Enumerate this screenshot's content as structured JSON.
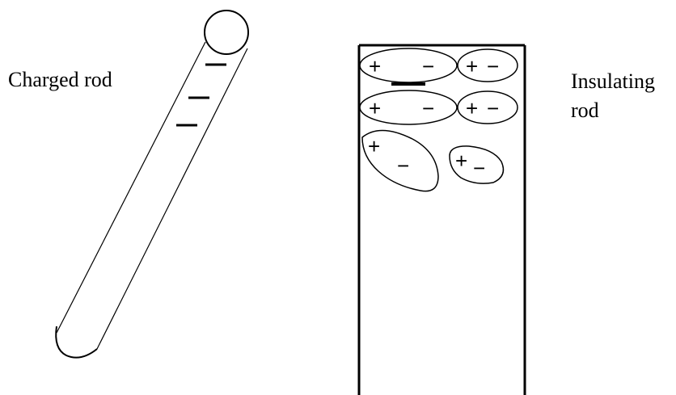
{
  "labels": {
    "charged_rod": "Charged rod",
    "insulating_rod_line1": "Insulating",
    "insulating_rod_line2": "rod"
  },
  "charges": {
    "minus": "−",
    "plus": "+"
  },
  "colors": {
    "ink": "#000000",
    "background": "#ffffff"
  }
}
